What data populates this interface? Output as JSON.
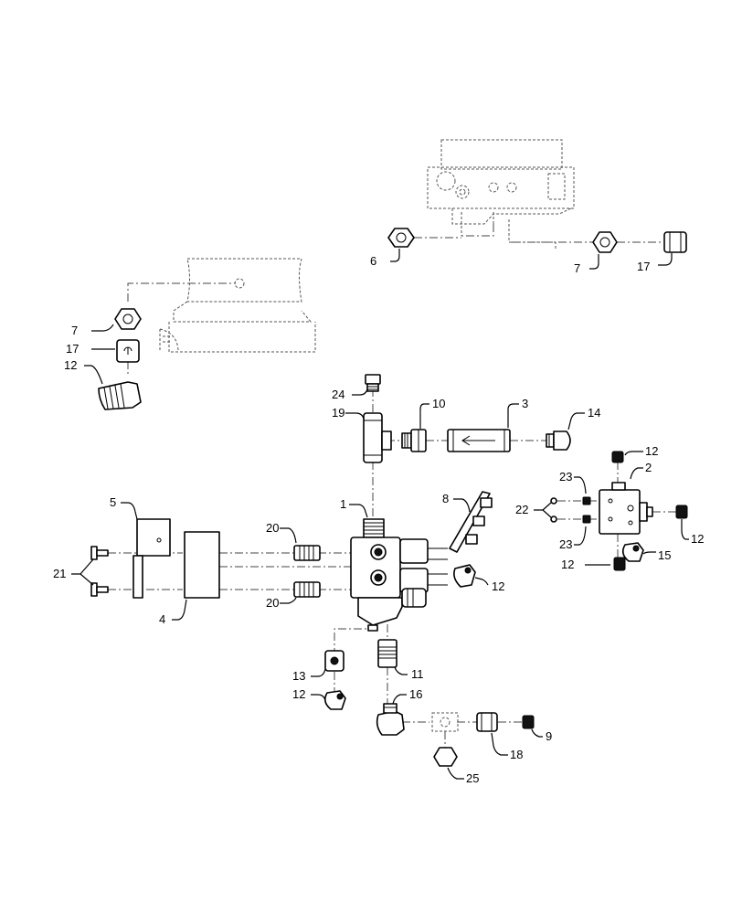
{
  "colors": {
    "line": "#000000",
    "ghost": "#555555",
    "background": "#ffffff"
  },
  "callouts": {
    "c1": "1",
    "c2": "2",
    "c3": "3",
    "c4": "4",
    "c5": "5",
    "c6": "6",
    "c7_top": "7",
    "c7_left": "7",
    "c8": "8",
    "c9": "9",
    "c10": "10",
    "c11": "11",
    "c12_left": "12",
    "c12_right_top": "12",
    "c12_right_bottom": "12",
    "c12_valve_right": "12",
    "c12_under13": "12",
    "c12_lower": "12",
    "c13": "13",
    "c14": "14",
    "c15": "15",
    "c16": "16",
    "c17_top": "17",
    "c17_left": "17",
    "c18": "18",
    "c19": "19",
    "c20_top": "20",
    "c20_bottom": "20",
    "c21": "21",
    "c22": "22",
    "c23_top": "23",
    "c23_bottom": "23",
    "c24": "24",
    "c25": "25"
  }
}
